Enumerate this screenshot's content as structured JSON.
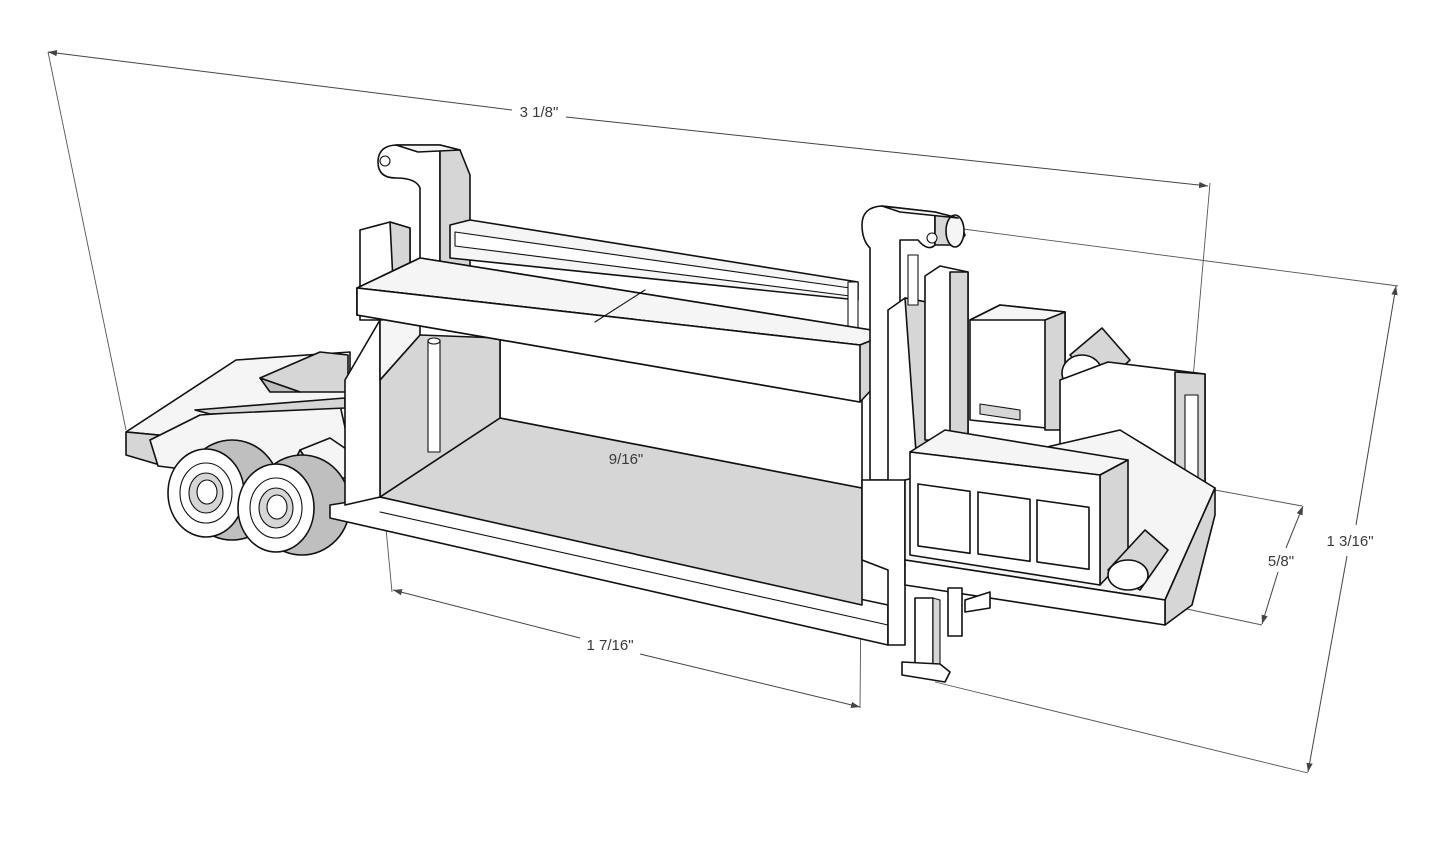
{
  "dimensions": {
    "overall_length": "3 1/8\"",
    "overall_height": "1 3/16\"",
    "bed_length": "1 7/16\"",
    "bed_height": "9/16\"",
    "end_height": "5/8\""
  },
  "colors": {
    "background": "#ffffff",
    "edge": "#111111",
    "face_light": "#f5f5f5",
    "face_mid": "#d6d6d6",
    "face_dark": "#bfbfbf",
    "dimension_line": "#444444"
  }
}
